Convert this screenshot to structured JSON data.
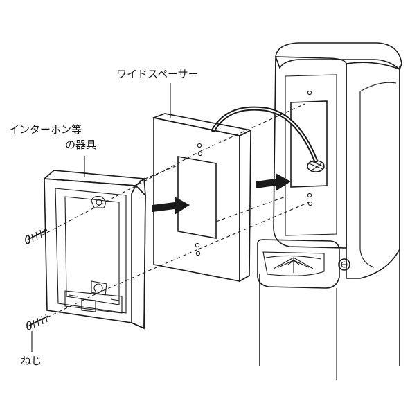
{
  "labels": {
    "spacer": "ワイドスペーサー",
    "intercom_line1": "インターホン等",
    "intercom_line2": "の器具",
    "screw": "ねじ"
  },
  "colors": {
    "line": "#1a1a1a",
    "spacer_fill": "#d2d2d2",
    "arrow_fill": "#1a1a1a",
    "background": "#ffffff"
  }
}
